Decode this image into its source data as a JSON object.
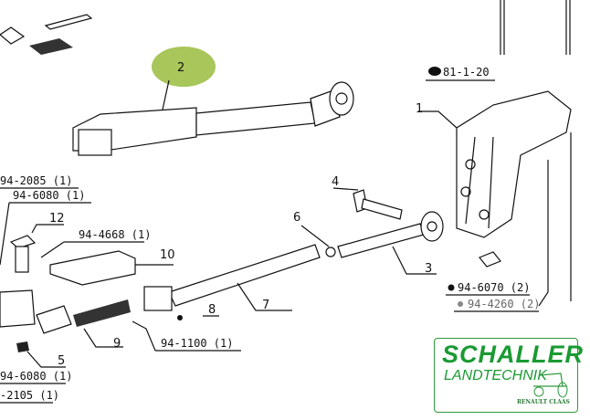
{
  "diagram": {
    "callouts": {
      "p1": "1",
      "p2": "2",
      "p3": "3",
      "p4": "4",
      "p5": "5",
      "p6": "6",
      "p7": "7",
      "p8": "8",
      "p9": "9",
      "p10": "10",
      "p12": "12"
    },
    "part_refs": {
      "r1": "81-1-20",
      "r2": "94-2085 (1)",
      "r3": "94-6080 (1)",
      "r4": "94-4668 (1)",
      "r5": "94-1100 (1)",
      "r6": "94-6080 (1)",
      "r7": "-2105 (1)",
      "r8": "94-6070 (2)",
      "r9": "94-4260 (2)"
    },
    "highlight_color": "#a8c65a"
  },
  "logo": {
    "name": "SCHALLER",
    "sub": "LANDTECHNIK",
    "brands": "RENAULT CLAAS",
    "color": "#1a9a33"
  }
}
